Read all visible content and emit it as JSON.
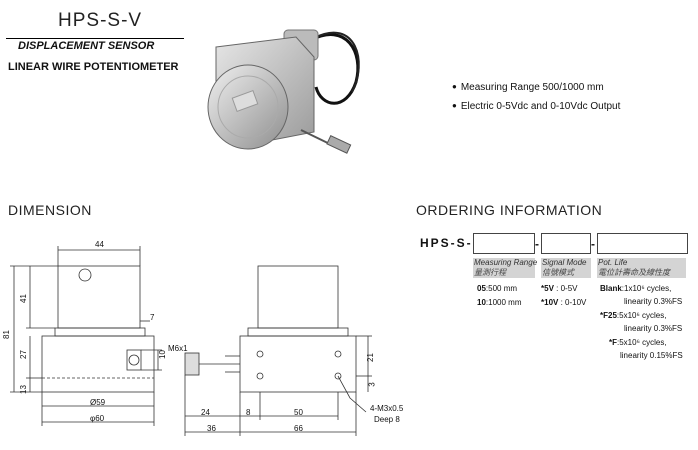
{
  "header": {
    "model": "HPS-S-V",
    "product_type": "DISPLACEMENT SENSOR",
    "product_subtype": "LINEAR WIRE POTENTIOMETER"
  },
  "features": [
    "Measuring Range 500/1000 mm",
    "Electric 0-5Vdc and 0-10Vdc Output"
  ],
  "sections": {
    "dimension": "DIMENSION",
    "ordering": "ORDERING INFORMATION"
  },
  "ordering": {
    "code_prefix": "HPS-S-",
    "separator": "-",
    "columns": [
      {
        "header_en": "Measuring Range",
        "header_cn": "量測行程",
        "options": [
          {
            "code": "05",
            "desc": ":500 mm"
          },
          {
            "code": "10",
            "desc": ":1000 mm"
          }
        ]
      },
      {
        "header_en": "Signal Mode",
        "header_cn": "信號模式",
        "options": [
          {
            "code": "*5V",
            "desc": " : 0-5V"
          },
          {
            "code": "*10V",
            "desc": " : 0-10V"
          }
        ]
      },
      {
        "header_en": "Pot. Life",
        "header_cn": "電位計壽命及線性度",
        "options": [
          {
            "code": "Blank",
            "desc": ":1x10⁶ cycles,",
            "desc2": "linearity 0.3%FS"
          },
          {
            "code": "*F25",
            "desc": ":5x10⁶ cycles,",
            "desc2": "linearity 0.3%FS"
          },
          {
            "code": "*F",
            "desc": ":5x10⁶ cycles,",
            "desc2": "linearity 0.15%FS"
          }
        ]
      }
    ]
  },
  "dimensions": {
    "top_width": "44",
    "left_height_total": "81",
    "upper_height": "41",
    "mid_height": "27",
    "bottom_height": "13",
    "step": "7",
    "shaft_height": "10",
    "thread": "M6x1",
    "dia_59": "Ø59",
    "dia_60": "φ60",
    "side_24": "24",
    "side_8": "8",
    "side_50": "50",
    "side_36": "36",
    "side_66": "66",
    "side_21": "21",
    "side_3": "3",
    "holes": "4-M3x0.5",
    "depth": "Deep 8"
  }
}
